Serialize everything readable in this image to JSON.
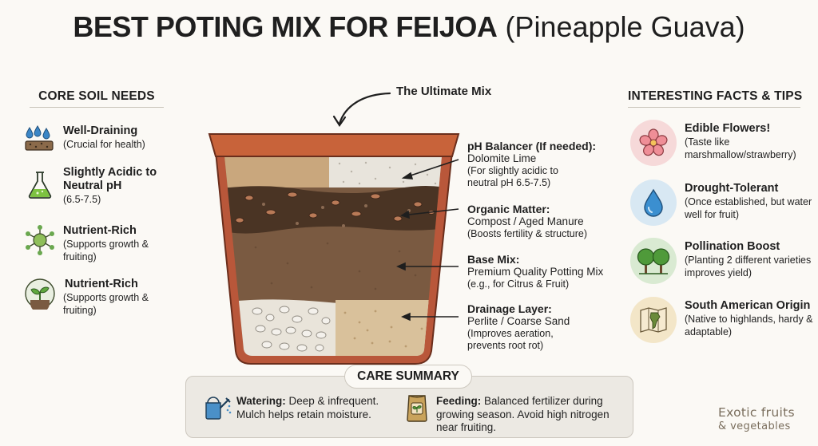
{
  "title": {
    "main": "BEST POTING MIX FOR FEIJOA",
    "sub": "(Pineapple Guava)"
  },
  "left": {
    "header": "CORE SOIL NEEDS",
    "items": [
      {
        "icon": "water-drops-soil-icon",
        "title": "Well-Draining",
        "desc": "(Crucial for health)"
      },
      {
        "icon": "flask-icon",
        "title": "Slightly Acidic to Neutral pH",
        "desc": "(6.5-7.5)"
      },
      {
        "icon": "nutrient-molecule-icon",
        "title": "Nutrient-Rich",
        "desc": "(Supports growth & fruiting)"
      },
      {
        "icon": "seedling-icon",
        "title": "Nutrient-Rich",
        "desc": "(Supports growth & fruiting)"
      }
    ]
  },
  "center": {
    "ultimate_label": "The Ultimate Mix",
    "layers": [
      {
        "title": "pH Balancer (If needed):",
        "material": "Dolomite Lime",
        "desc": "(For slightly acidic to neutral pH 6.5-7.5)"
      },
      {
        "title": "Organic Matter:",
        "material": "Compost / Aged Manure",
        "desc": "(Boosts fertility & structure)"
      },
      {
        "title": "Base Mix:",
        "material": "Premium Quality Potting Mix",
        "desc": "(e.g., for Citrus & Fruit)"
      },
      {
        "title": "Drainage Layer:",
        "material": "Perlite / Coarse Sand",
        "desc": "(Improves aeration, prevents root rot)"
      }
    ]
  },
  "right": {
    "header": "INTERESTING FACTS & TIPS",
    "items": [
      {
        "icon": "flower-icon",
        "title": "Edible Flowers!",
        "desc": "(Taste like marshmallow/strawberry)",
        "color": "#f6d9d9"
      },
      {
        "icon": "water-drop-icon",
        "title": "Drought-Tolerant",
        "desc": "(Once established, but water well for fruit)",
        "color": "#d8e8f3"
      },
      {
        "icon": "trees-icon",
        "title": "Pollination Boost",
        "desc": "(Planting 2 different varieties improves yield)",
        "color": "#d9ead2"
      },
      {
        "icon": "south-america-map-icon",
        "title": "South American Origin",
        "desc": "(Native to highlands, hardy & adaptable)",
        "color": "#f3e6c8"
      }
    ]
  },
  "care": {
    "title": "CARE SUMMARY",
    "watering": {
      "label": "Watering:",
      "text": "Deep & infrequent. Mulch helps retain moisture.",
      "icon": "watering-can-icon"
    },
    "feeding": {
      "label": "Feeding:",
      "text": "Balanced fertilizer during growing season. Avoid high nitrogen near fruiting.",
      "icon": "fertilizer-bag-icon"
    }
  },
  "brand": {
    "line1": "Exotic fruits",
    "line2": "& vegetables"
  },
  "colors": {
    "pot_rim": "#c8633a",
    "pot_body": "#b9573a",
    "lime_layer": "#c9a77d",
    "compost_layer": "#4a3424",
    "potting_mix": "#7a5a41",
    "drainage": "#e9e4da"
  }
}
